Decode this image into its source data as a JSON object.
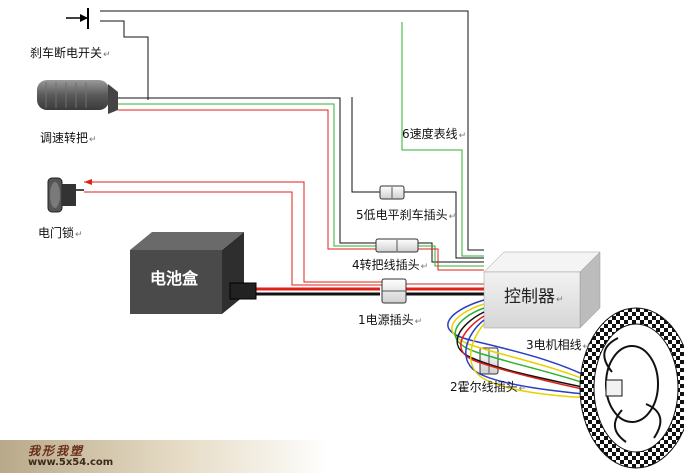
{
  "labels": {
    "brake_switch": "刹车断电开关",
    "throttle": "调速转把",
    "ignition_lock": "电门锁",
    "battery_box": "电池盒",
    "controller": "控制器",
    "speedometer_wire": "6速度表线",
    "low_brake_plug": "5低电平刹车插头",
    "throttle_plug": "4转把线插头",
    "power_plug": "1电源插头",
    "motor_phase": "3电机相线",
    "hall_plug": "2霍尔线插头"
  },
  "paragraph_mark": "↵",
  "watermark": {
    "title": "我形我塑",
    "url": "www.5x54.com"
  },
  "colors": {
    "battery": "#4a4a4a",
    "controller": "#e2e2e2",
    "red_wire": "#e0201a",
    "green_wire": "#2db32d",
    "black_wire": "#111111",
    "yellow_wire": "#e8d000",
    "blue_wire": "#2a3ec8"
  }
}
